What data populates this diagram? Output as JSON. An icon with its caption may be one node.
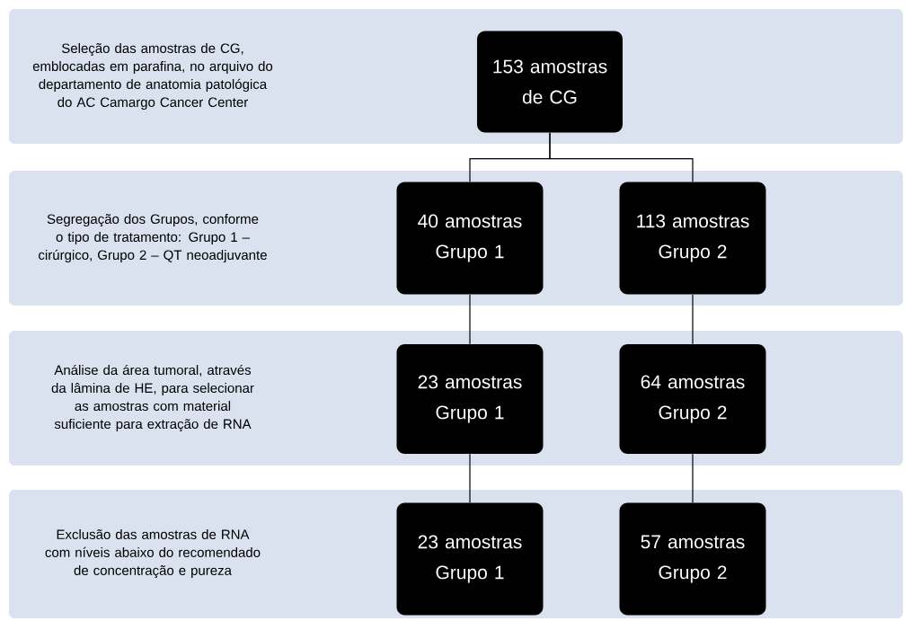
{
  "diagram": {
    "nodes": [
      {
        "text": [
          "Seleção das amostras de CG, emblocadas em parafina, no arquivo do departamento de anatomia patológica do AC Camargo Cancer Center"
        ]
      },
      {
        "text": [
          "153 amostras de CG"
        ],
        "in": 0
      },
      {
        "text": [
          "Segregação dos Grupos, conforme o tipo de tratamento: Grupo 1 – cirúrgico, Grupo 2 – QT neoadjuvante"
        ]
      },
      {
        "text": [
          "40 amostras Grupo 1"
        ],
        "in": 2
      },
      {
        "text": [
          "113 amostras Grupo 2"
        ],
        "in": 2
      },
      {
        "text": [
          "Análise da área tumoral, através da lâmina de HE, para selecionar as amostras com material suficiente para extração de RNA"
        ]
      },
      {
        "text": [
          "23 amostras Grupo 1"
        ],
        "in": 5
      },
      {
        "text": [
          "64 amostras Grupo 2"
        ],
        "in": 5
      },
      {
        "text": [
          "Exclusão das amostras de RNA com níveis abaixo do recomendado de concentração e pureza"
        ]
      },
      {
        "text": [
          "23 amostras Grupo 1"
        ],
        "in": 8
      },
      {
        "text": [
          "57 amostras Grupo 2"
        ],
        "in": 8
      }
    ],
    "edges": [
      {
        "from": 1,
        "to": 3,
        "arrow": "none"
      },
      {
        "from": 1,
        "to": 4,
        "arrow": "none"
      },
      {
        "from": 3,
        "to": 6,
        "arrow": "none"
      },
      {
        "from": 4,
        "to": 7,
        "arrow": "none"
      },
      {
        "from": 6,
        "to": 9,
        "arrow": "none"
      },
      {
        "from": 7,
        "to": 10,
        "arrow": "none"
      }
    ]
  }
}
